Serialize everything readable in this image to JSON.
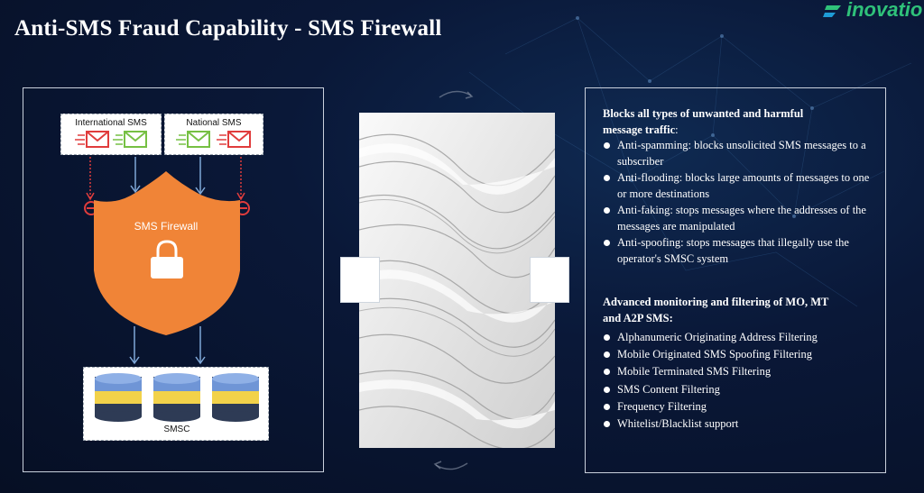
{
  "header": {
    "title": "Anti-SMS Fraud Capability - SMS Firewall",
    "logo_text": "inovatio",
    "logo_color": "#2fc27a"
  },
  "diagram": {
    "international_label": "International SMS",
    "national_label": "National SMS",
    "firewall_label": "SMS Firewall",
    "smsc_label": "SMSC",
    "shield_color": "#f08437",
    "blocked_color": "#e03c3c",
    "allowed_color": "#76c043",
    "arrow_color": "#7fa8d8"
  },
  "features": {
    "heading1_line1": "Blocks all types of unwanted and harmful",
    "heading1_line2": "message traffic",
    "heading1_colon": ":",
    "list1": [
      "Anti-spamming: blocks unsolicited SMS messages to a subscriber",
      "Anti-flooding: blocks large amounts of messages to one or more destinations",
      "Anti-faking: stops messages where the addresses of the messages are manipulated",
      "Anti-spoofing: stops messages that illegally use the operator's SMSC system"
    ],
    "heading2_line1": "Advanced monitoring and filtering of MO, MT",
    "heading2_line2": "and A2P SMS:",
    "list2": [
      "Alphanumeric Originating Address Filtering",
      "Mobile Originated SMS Spoofing Filtering",
      "Mobile Terminated SMS Filtering",
      "SMS Content Filtering",
      "Frequency Filtering",
      "Whitelist/Blacklist support"
    ]
  }
}
